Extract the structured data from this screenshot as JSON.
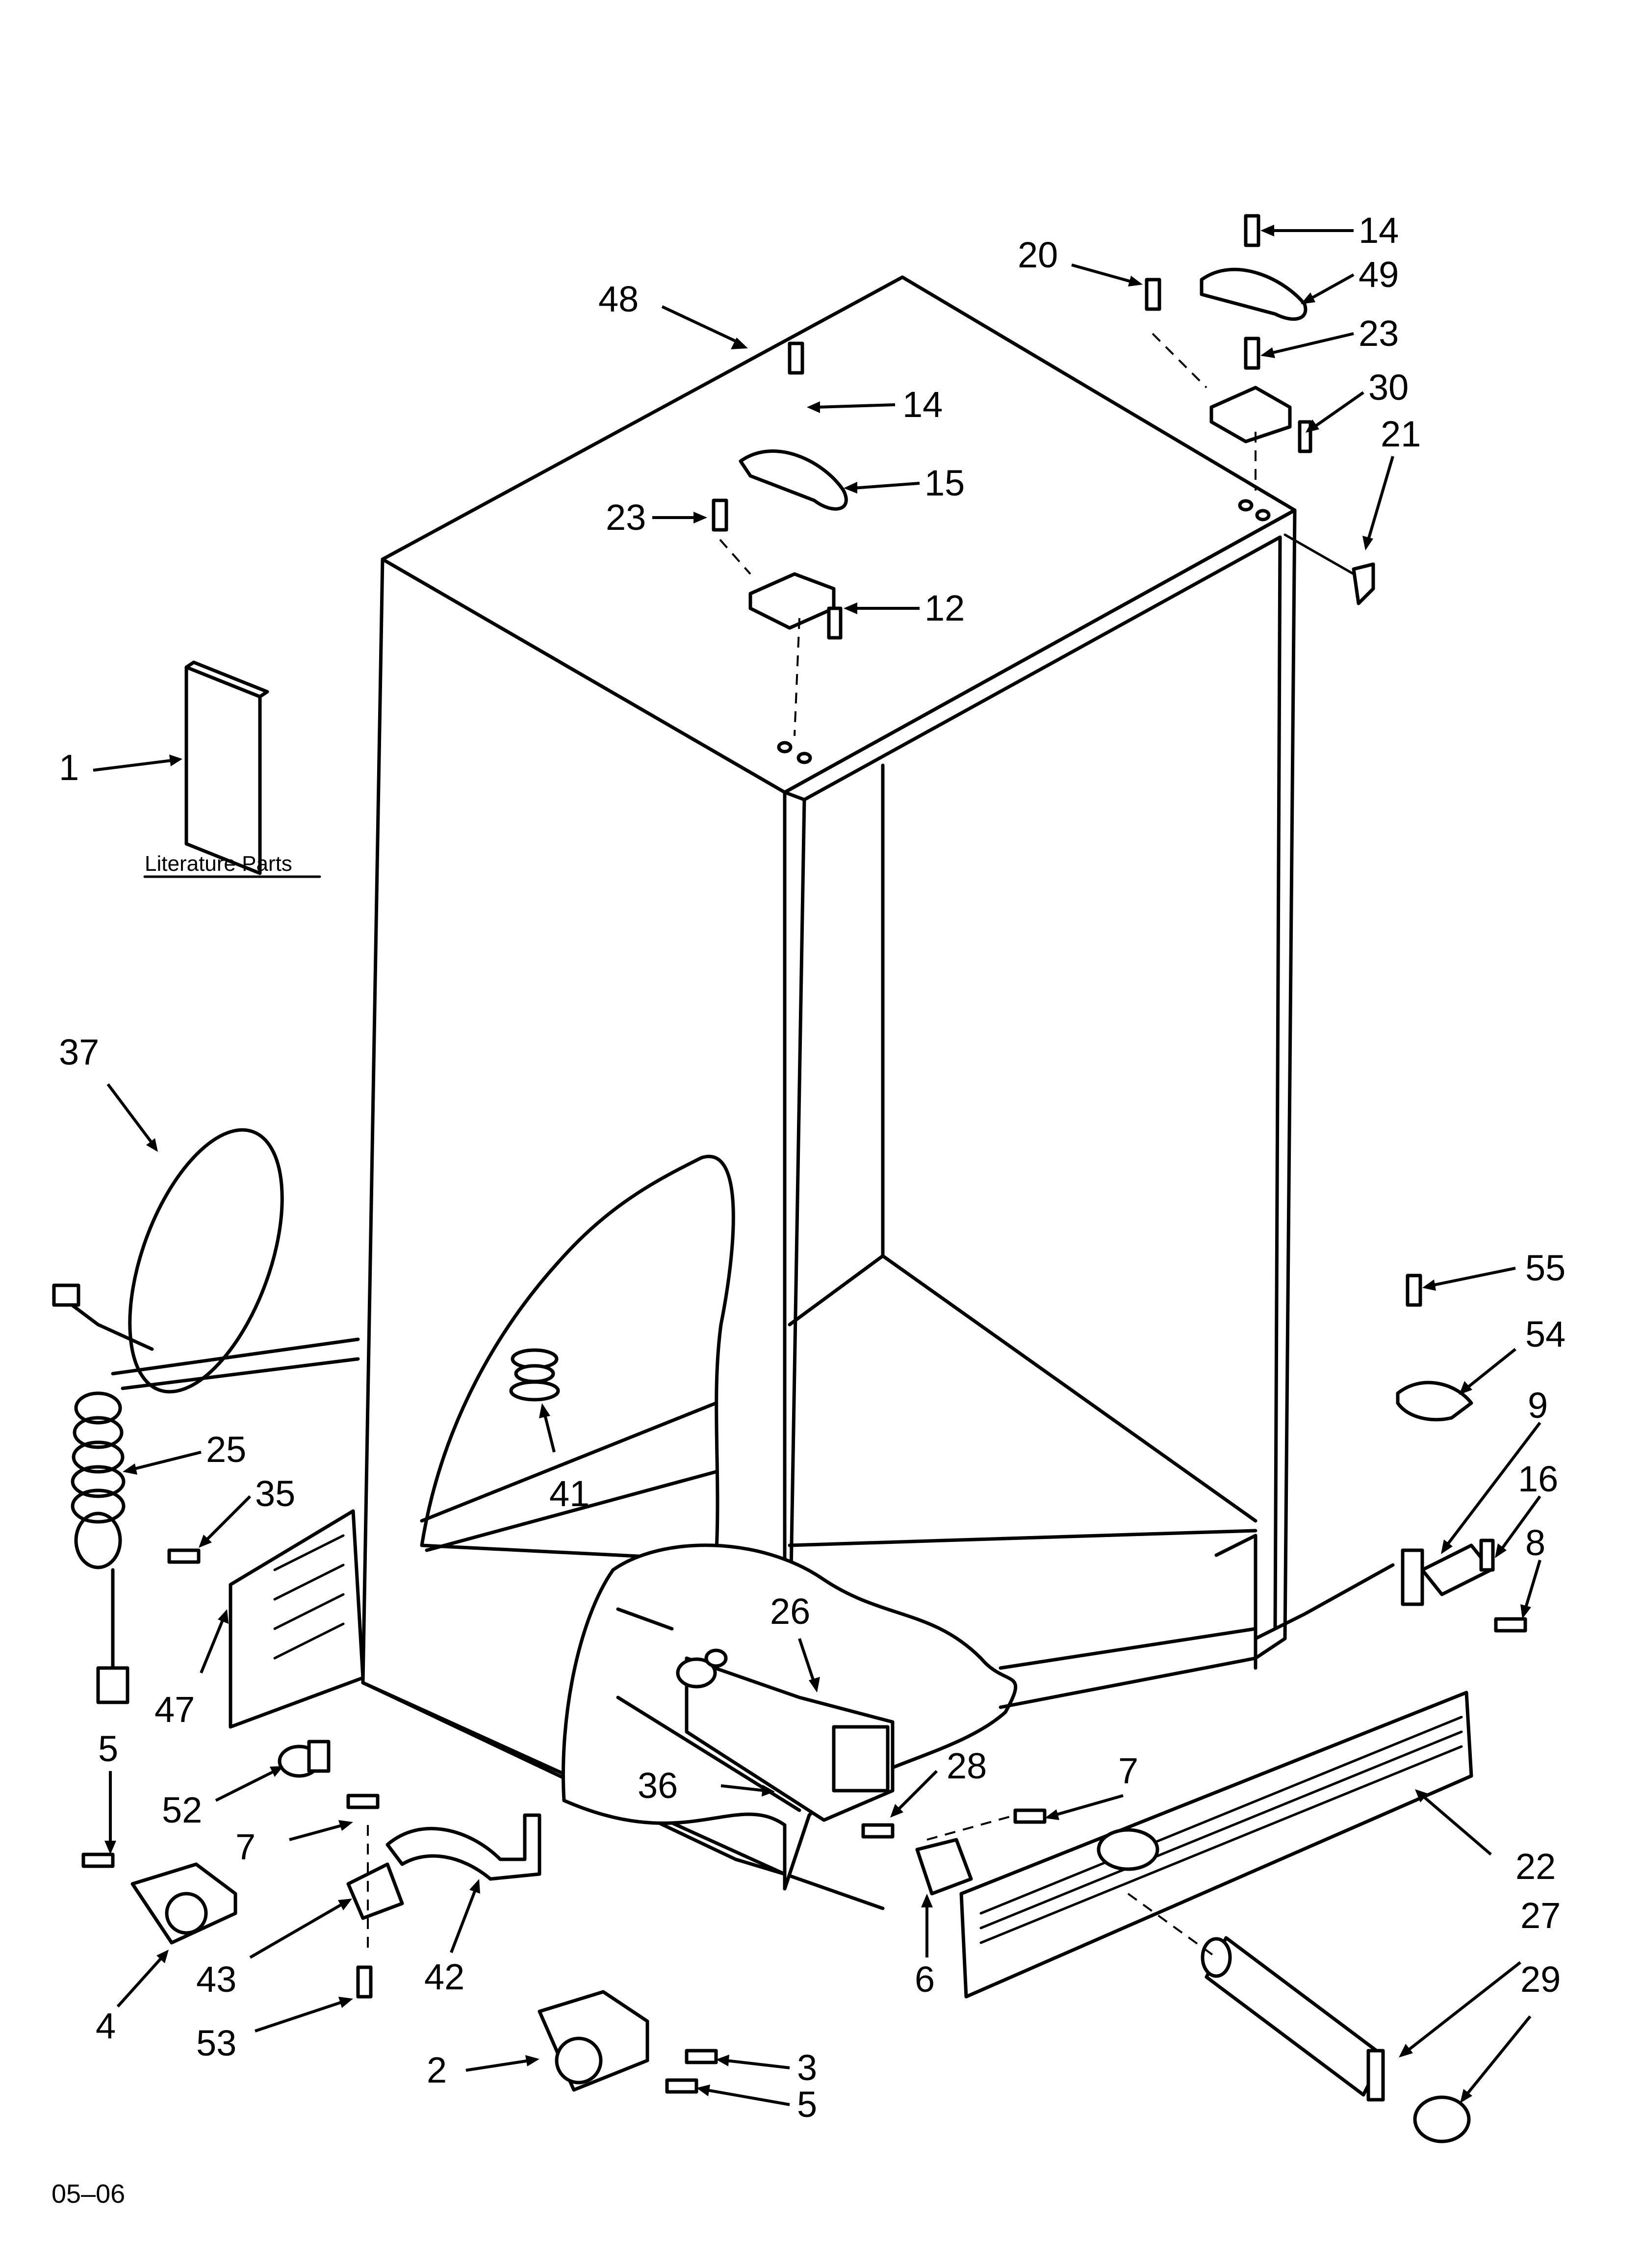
{
  "figure": {
    "date_code": "05–06",
    "literature_caption": "Literature Parts"
  },
  "callouts": [
    {
      "id": "c48",
      "label": "48"
    },
    {
      "id": "c14a",
      "label": "14"
    },
    {
      "id": "c15",
      "label": "15"
    },
    {
      "id": "c23a",
      "label": "23"
    },
    {
      "id": "c12",
      "label": "12"
    },
    {
      "id": "c20",
      "label": "20"
    },
    {
      "id": "c14b",
      "label": "14"
    },
    {
      "id": "c49",
      "label": "49"
    },
    {
      "id": "c23b",
      "label": "23"
    },
    {
      "id": "c30",
      "label": "30"
    },
    {
      "id": "c21",
      "label": "21"
    },
    {
      "id": "c1",
      "label": "1"
    },
    {
      "id": "c37",
      "label": "37"
    },
    {
      "id": "c25",
      "label": "25"
    },
    {
      "id": "c35",
      "label": "35"
    },
    {
      "id": "c47",
      "label": "47"
    },
    {
      "id": "c41",
      "label": "41"
    },
    {
      "id": "c26",
      "label": "26"
    },
    {
      "id": "c28",
      "label": "28"
    },
    {
      "id": "c36",
      "label": "36"
    },
    {
      "id": "c7a",
      "label": "7"
    },
    {
      "id": "c6",
      "label": "6"
    },
    {
      "id": "c22",
      "label": "22"
    },
    {
      "id": "c27",
      "label": "27"
    },
    {
      "id": "c29",
      "label": "29"
    },
    {
      "id": "c55",
      "label": "55"
    },
    {
      "id": "c54",
      "label": "54"
    },
    {
      "id": "c9",
      "label": "9"
    },
    {
      "id": "c16",
      "label": "16"
    },
    {
      "id": "c8",
      "label": "8"
    },
    {
      "id": "c5a",
      "label": "5"
    },
    {
      "id": "c52",
      "label": "52"
    },
    {
      "id": "c7b",
      "label": "7"
    },
    {
      "id": "c4",
      "label": "4"
    },
    {
      "id": "c43",
      "label": "43"
    },
    {
      "id": "c42",
      "label": "42"
    },
    {
      "id": "c53",
      "label": "53"
    },
    {
      "id": "c2",
      "label": "2"
    },
    {
      "id": "c3",
      "label": "3"
    },
    {
      "id": "c5b",
      "label": "5"
    }
  ]
}
